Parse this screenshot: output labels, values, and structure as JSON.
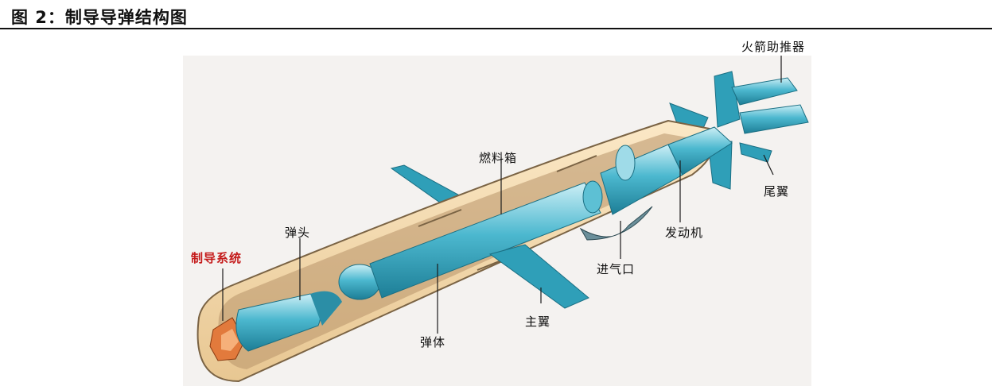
{
  "figure": {
    "title": "图 2：制导导弹结构图"
  },
  "labels": {
    "booster": "火箭助推器",
    "tail_wing": "尾翼",
    "engine": "发动机",
    "air_inlet": "进气口",
    "fuel_tank": "燃料箱",
    "main_wing": "主翼",
    "warhead": "弹头",
    "guidance": "制导系统",
    "body": "弹体"
  },
  "colors": {
    "background_panel": "#f4f2f0",
    "skin": "#f5dcb0",
    "cyan": "#32a9c2",
    "guidance": "#e27a3c",
    "highlight_label": "#c41a1a"
  }
}
